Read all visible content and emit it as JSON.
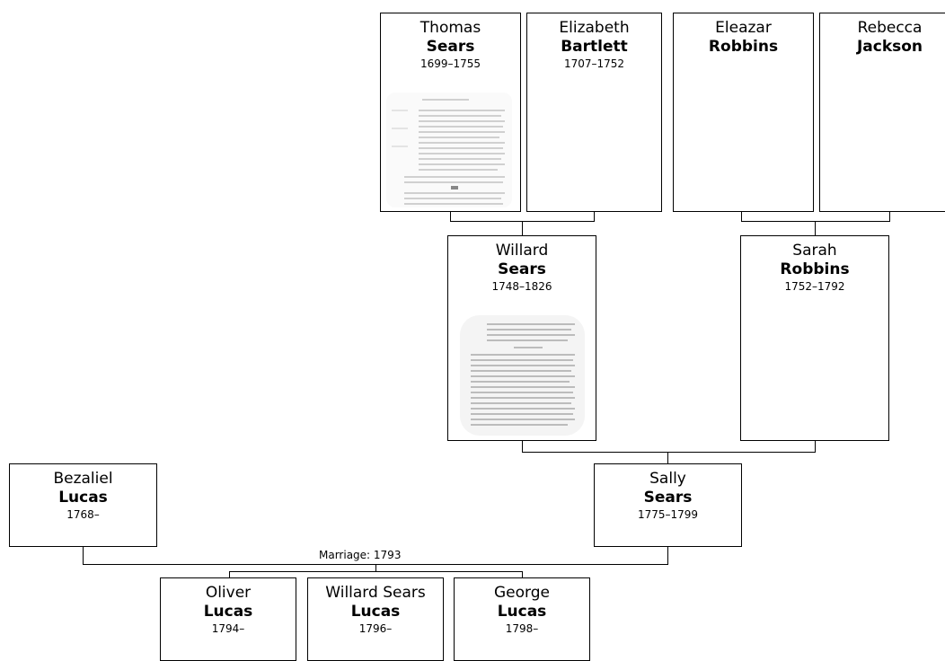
{
  "people": {
    "thomas_sears": {
      "given": "Thomas",
      "surname": "Sears",
      "dates": "1699–1755"
    },
    "elizabeth_bartlett": {
      "given": "Elizabeth",
      "surname": "Bartlett",
      "dates": "1707–1752"
    },
    "eleazar_robbins": {
      "given": "Eleazar",
      "surname": "Robbins",
      "dates": ""
    },
    "rebecca_jackson": {
      "given": "Rebecca",
      "surname": "Jackson",
      "dates": ""
    },
    "willard_sears": {
      "given": "Willard",
      "surname": "Sears",
      "dates": "1748–1826"
    },
    "sarah_robbins": {
      "given": "Sarah",
      "surname": "Robbins",
      "dates": "1752–1792"
    },
    "bezaliel_lucas": {
      "given": "Bezaliel",
      "surname": "Lucas",
      "dates": "1768–"
    },
    "sally_sears": {
      "given": "Sally",
      "surname": "Sears",
      "dates": "1775–1799"
    },
    "oliver_lucas": {
      "given": "Oliver",
      "surname": "Lucas",
      "dates": "1794–"
    },
    "willard_sears_lucas": {
      "given": "Willard Sears",
      "surname": "Lucas",
      "dates": "1796–"
    },
    "george_lucas": {
      "given": "George",
      "surname": "Lucas",
      "dates": "1798–"
    }
  },
  "marriage": {
    "label": "Marriage: 1793"
  }
}
